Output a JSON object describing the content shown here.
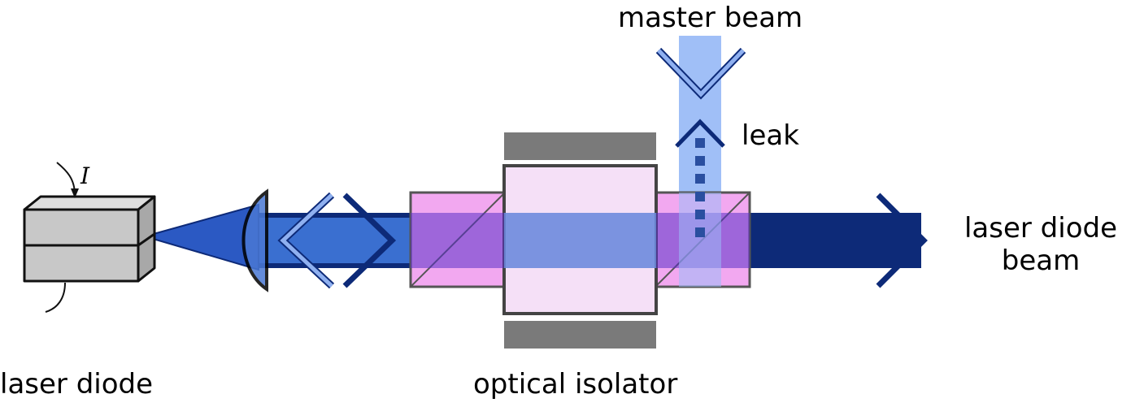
{
  "labels": {
    "master_beam": "master beam",
    "leak": "leak",
    "laser_diode_beam_line1": "laser diode",
    "laser_diode_beam_line2": "beam",
    "laser_diode": "laser diode",
    "optical_isolator": "optical isolator",
    "current_symbol": "I"
  },
  "colors": {
    "main_beam": "#0d2a78",
    "beam_light": "#3a6fd0",
    "master_beam": "#9bbcf7",
    "leak_dots": "#2a4fa0",
    "mirror_light": "#8fb0f0",
    "mirror_dark": "#0d2a78",
    "isolator_pink": "#f2a8f0",
    "isolator_center": "#f5e0f7",
    "magnet_gray": "#7a7a7a",
    "diode_gray": "#c8c8c8"
  }
}
